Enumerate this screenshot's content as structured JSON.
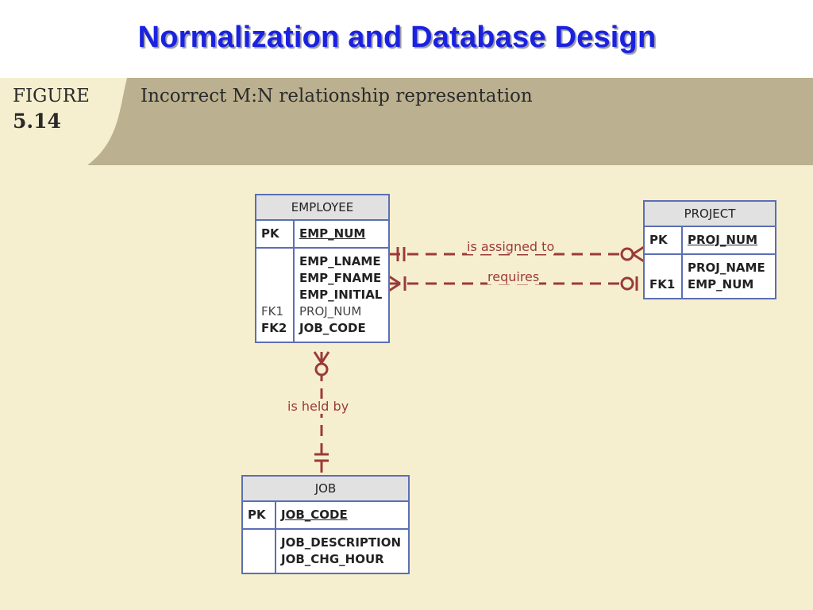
{
  "slide": {
    "title": "Normalization and Database Design"
  },
  "figure": {
    "label": "FIGURE",
    "number": "5.14",
    "caption": "Incorrect M:N relationship representation"
  },
  "colors": {
    "title_blue": "#1a22e0",
    "panel_bg": "#f6efcf",
    "header_bg": "#bbb08f",
    "entity_border": "#5b6fb4",
    "relationship": "#9b3a3a"
  },
  "entities": {
    "employee": {
      "name": "EMPLOYEE",
      "pk_label": "PK",
      "pk_attr": "EMP_NUM",
      "attributes": [
        "EMP_LNAME",
        "EMP_FNAME",
        "EMP_INITIAL",
        "PROJ_NUM",
        "JOB_CODE"
      ],
      "fk_labels": [
        "FK1",
        "FK2"
      ]
    },
    "project": {
      "name": "PROJECT",
      "pk_label": "PK",
      "pk_attr": "PROJ_NUM",
      "attributes": [
        "PROJ_NAME",
        "EMP_NUM"
      ],
      "fk_labels": [
        "FK1"
      ]
    },
    "job": {
      "name": "JOB",
      "pk_label": "PK",
      "pk_attr": "JOB_CODE",
      "attributes": [
        "JOB_DESCRIPTION",
        "JOB_CHG_HOUR"
      ]
    }
  },
  "relationships": {
    "assigned": {
      "label": "is assigned to"
    },
    "requires": {
      "label": "requires"
    },
    "held": {
      "label": "is held by"
    }
  }
}
